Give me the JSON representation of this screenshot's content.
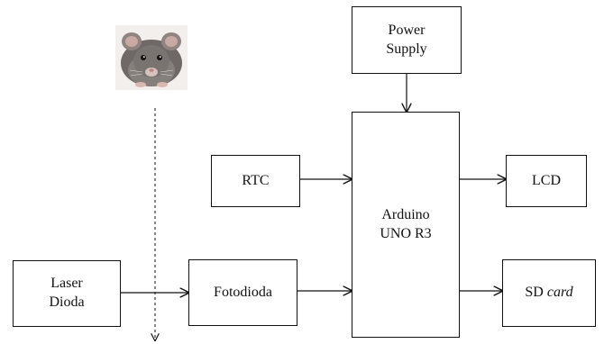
{
  "blocks": {
    "power_supply": "Power\nSupply",
    "rtc": "RTC",
    "arduino": "Arduino\nUNO R3",
    "lcd": "LCD",
    "sd_card_prefix": "SD ",
    "sd_card_italic": "card",
    "laser_diode": "Laser\nDioda",
    "fotodioda": "Fotodioda"
  },
  "icons": {
    "subject": "rat-icon"
  },
  "colors": {
    "line": "#111111",
    "background": "#ffffff"
  }
}
